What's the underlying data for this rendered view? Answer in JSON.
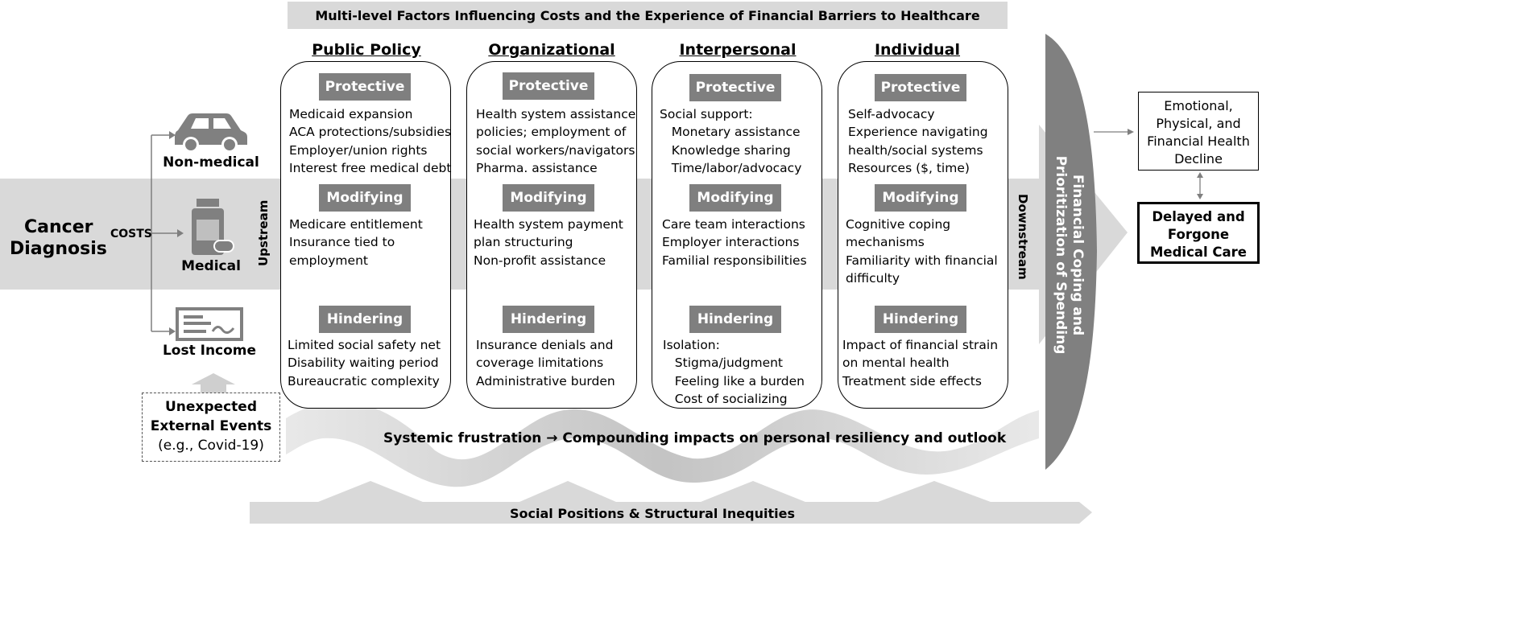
{
  "title": "Multi-level Factors Influencing Costs and the Experience of Financial Barriers to Healthcare",
  "bottom_label": "Social Positions & Structural Inequities",
  "start": {
    "label_line1": "Cancer",
    "label_line2": "Diagnosis"
  },
  "costs_label": "COSTS",
  "cost_types": [
    {
      "label": "Non-medical",
      "icon": "car-icon"
    },
    {
      "label": "Medical",
      "icon": "pill-bottle-icon"
    },
    {
      "label": "Lost Income",
      "icon": "paycheck-icon"
    }
  ],
  "unexpected": {
    "line1": "Unexpected",
    "line2": "External Events",
    "line3": "(e.g., Covid-19)"
  },
  "upstream_label": "Upstream",
  "downstream_label": "Downstream",
  "coping_line1": "Financial Coping and",
  "coping_line2": "Prioritization of Spending",
  "systemic_text": "Systemic frustration → Compounding impacts on personal resiliency and outlook",
  "outcomes": {
    "decline_line1": "Emotional,",
    "decline_line2": "Physical, and",
    "decline_line3": "Financial Health",
    "decline_line4": "Decline",
    "care_line1": "Delayed and",
    "care_line2": "Forgone",
    "care_line3": "Medical Care"
  },
  "chip_labels": {
    "protective": "Protective",
    "modifying": "Modifying",
    "hindering": "Hindering"
  },
  "columns": [
    {
      "heading": "Public Policy",
      "protective": "Medicaid expansion\nACA protections/subsidies\nEmployer/union rights\nInterest free medical debt",
      "modifying": "Medicare entitlement\nInsurance tied to\nemployment",
      "hindering": "Limited social safety net\nDisability waiting period\nBureaucratic complexity"
    },
    {
      "heading": "Organizational",
      "protective": "Health system assistance\npolicies; employment of\nsocial workers/navigators\nPharma. assistance",
      "modifying": "Health system payment\nplan structuring\nNon-profit assistance",
      "hindering": "Insurance denials and\ncoverage limitations\nAdministrative burden"
    },
    {
      "heading": "Interpersonal",
      "protective": "Social support:\n   Monetary assistance\n   Knowledge sharing\n   Time/labor/advocacy",
      "modifying": "Care team interactions\nEmployer interactions\nFamilial responsibilities",
      "hindering": "Isolation:\n   Stigma/judgment\n   Feeling like a burden\n   Cost of socializing"
    },
    {
      "heading": "Individual",
      "protective": "Self-advocacy\nExperience navigating\nhealth/social systems\nResources ($, time)",
      "modifying": "Cognitive coping\nmechanisms\nFamiliarity with financial\ndifficulty",
      "hindering": "Impact of financial strain\non mental health\nTreatment side effects"
    }
  ],
  "colors": {
    "band": "#d9d9d9",
    "chip": "#7f7f7f",
    "coping": "#808080",
    "ribbon": "#c8c8c8"
  }
}
